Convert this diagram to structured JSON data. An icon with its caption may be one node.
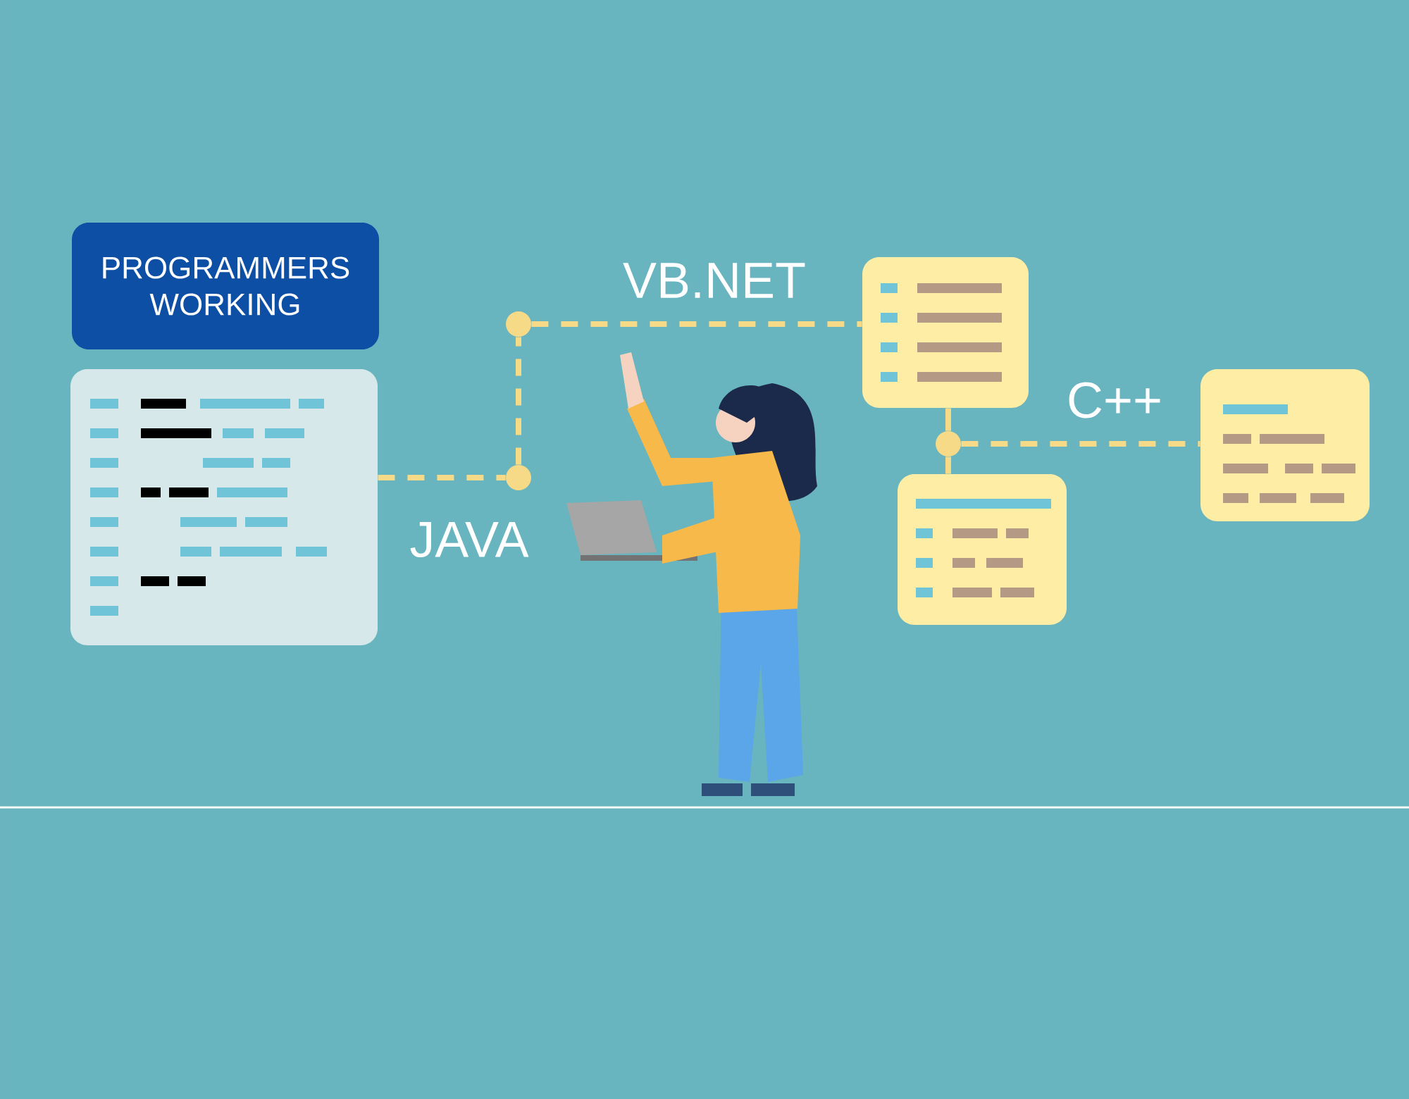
{
  "diagram": {
    "nodes": [
      {
        "text": [
          "PROGRAMMERS WORKING"
        ]
      },
      {
        "text": [],
        "shape": "box"
      },
      {
        "text": [],
        "shape": "circle"
      },
      {
        "text": [],
        "shape": "circle"
      },
      {
        "text": [],
        "shape": "box"
      },
      {
        "text": [],
        "shape": "circle"
      },
      {
        "text": [],
        "shape": "box"
      },
      {
        "text": [],
        "shape": "box"
      }
    ],
    "edges": [
      {
        "from": 1,
        "to": 2,
        "arrow": "none",
        "style": "dashed",
        "label": "JAVA"
      },
      {
        "from": 2,
        "to": 3,
        "arrow": "none",
        "style": "dashed"
      },
      {
        "from": 3,
        "to": 4,
        "arrow": "none",
        "style": "dashed",
        "label": "VB.NET"
      },
      {
        "from": 4,
        "to": 5,
        "arrow": "none"
      },
      {
        "from": 5,
        "to": 6,
        "arrow": "none"
      },
      {
        "from": 5,
        "to": 7,
        "arrow": "none",
        "style": "dashed",
        "label": "C++"
      }
    ]
  }
}
